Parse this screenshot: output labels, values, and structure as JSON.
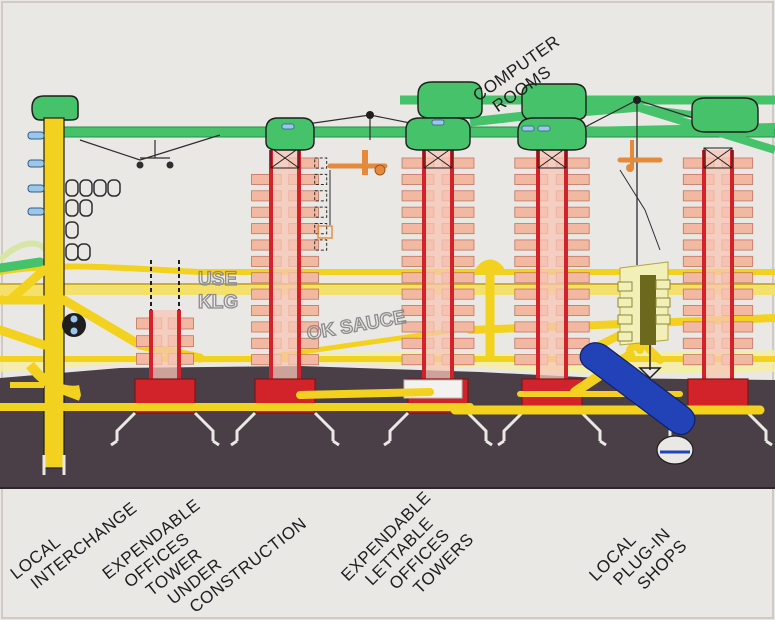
{
  "labels": {
    "computer_rooms": [
      "COMPUTER",
      "ROOMS"
    ],
    "local_interchange": [
      "LOCAL",
      "INTERCHANGE"
    ],
    "expendable_offices_tower": [
      "EXPENDABLE",
      "OFFICES",
      "TOWER",
      "UNDER",
      "CONSTRUCTION"
    ],
    "expendable_lettable_offices": [
      "EXPENDABLE",
      "LETTABLE",
      "OFFICES",
      "TOWERS"
    ],
    "local_plug_in_shops": [
      "LOCAL",
      "PLUG-IN",
      "SHOPS"
    ]
  },
  "background_text": {
    "use": "USE",
    "klg": "KLG",
    "ok_sauce": "OK SAUCE"
  },
  "colors": {
    "paper": "#eae8e4",
    "ground": "#4a3f47",
    "green_service_pipe": "#46c36a",
    "yellow_duct": "#f2d21e",
    "red_core": "#d2232a",
    "salmon_office_pods": "#f2b9a2",
    "blue_tanker": "#2243b8",
    "light_blue_ports": "#9cc6ea",
    "ink": "#1e1e1e"
  }
}
